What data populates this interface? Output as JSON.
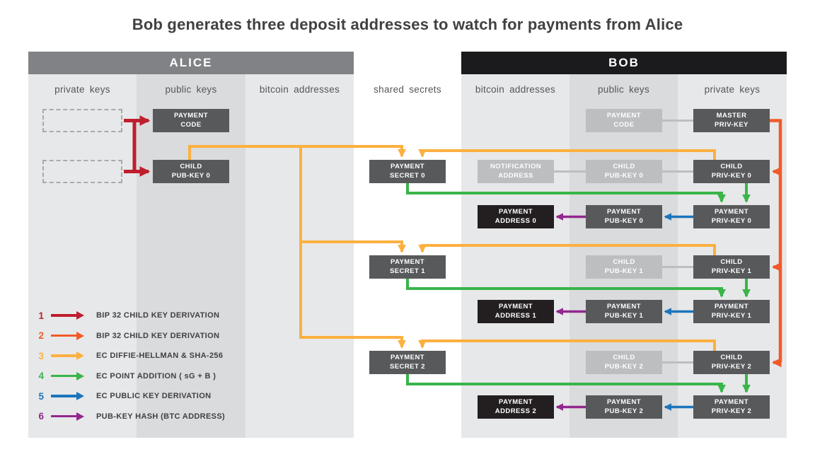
{
  "title": "Bob generates three deposit addresses to watch for payments from Alice",
  "sections": {
    "alice": "ALICE",
    "bob": "BOB"
  },
  "columns": [
    {
      "id": "alice-private-keys",
      "label": "private keys"
    },
    {
      "id": "alice-public-keys",
      "label": "public keys"
    },
    {
      "id": "alice-bitcoin-addresses",
      "label": "bitcoin addresses"
    },
    {
      "id": "shared-secrets",
      "label": "shared secrets"
    },
    {
      "id": "bob-bitcoin-addresses",
      "label": "bitcoin addresses"
    },
    {
      "id": "bob-public-keys",
      "label": "public keys"
    },
    {
      "id": "bob-private-keys",
      "label": "private keys"
    }
  ],
  "boxes": {
    "alice_payment_code": "PAYMENT\nCODE",
    "alice_child_pub_key_0": "CHILD\nPUB-KEY 0",
    "payment_secret_0": "PAYMENT\nSECRET 0",
    "payment_secret_1": "PAYMENT\nSECRET 1",
    "payment_secret_2": "PAYMENT\nSECRET 2",
    "bob_payment_code": "PAYMENT\nCODE",
    "bob_master_priv_key": "MASTER\nPRIV-KEY",
    "bob_notification_address": "NOTIFICATION\nADDRESS",
    "bob_child_pub_key_0": "CHILD\nPUB-KEY 0",
    "bob_child_priv_key_0": "CHILD\nPRIV-KEY 0",
    "bob_payment_address_0": "PAYMENT\nADDRESS 0",
    "bob_payment_pub_key_0": "PAYMENT\nPUB-KEY 0",
    "bob_payment_priv_key_0": "PAYMENT\nPRIV-KEY 0",
    "bob_child_pub_key_1": "CHILD\nPUB-KEY 1",
    "bob_child_priv_key_1": "CHILD\nPRIV-KEY 1",
    "bob_payment_address_1": "PAYMENT\nADDRESS 1",
    "bob_payment_pub_key_1": "PAYMENT\nPUB-KEY 1",
    "bob_payment_priv_key_1": "PAYMENT\nPRIV-KEY 1",
    "bob_child_pub_key_2": "CHILD\nPUB-KEY 2",
    "bob_child_priv_key_2": "CHILD\nPRIV-KEY 2",
    "bob_payment_address_2": "PAYMENT\nADDRESS 2",
    "bob_payment_pub_key_2": "PAYMENT\nPUB-KEY 2",
    "bob_payment_priv_key_2": "PAYMENT\nPRIV-KEY 2"
  },
  "legend": [
    {
      "num": "1",
      "color": "#be1e2d",
      "label": "BIP 32 CHILD KEY DERIVATION"
    },
    {
      "num": "2",
      "color": "#f15a29",
      "label": "BIP 32 CHILD KEY DERIVATION"
    },
    {
      "num": "3",
      "color": "#fbb040",
      "label": "EC DIFFIE-HELLMAN & SHA-256"
    },
    {
      "num": "4",
      "color": "#39b54a",
      "label": "EC POINT ADDITION ( sG + B )"
    },
    {
      "num": "5",
      "color": "#1c75bc",
      "label": "EC PUBLIC KEY DERIVATION"
    },
    {
      "num": "6",
      "color": "#92278f",
      "label": "PUB-KEY HASH (BTC ADDRESS)"
    }
  ],
  "edges": [
    {
      "op": 1,
      "from": "alice_hidden_private_key_0",
      "to": "alice_payment_code"
    },
    {
      "op": 1,
      "from": "alice_hidden_private_key_1",
      "to": "alice_child_pub_key_0"
    },
    {
      "op": 2,
      "from": "bob_master_priv_key",
      "to": "bob_child_priv_key_0"
    },
    {
      "op": 2,
      "from": "bob_master_priv_key",
      "to": "bob_child_priv_key_1"
    },
    {
      "op": 2,
      "from": "bob_master_priv_key",
      "to": "bob_child_priv_key_2"
    },
    {
      "op": 3,
      "from": "alice_child_pub_key_0",
      "to": "payment_secret_0"
    },
    {
      "op": 3,
      "from": "alice_child_pub_key_0",
      "to": "payment_secret_1"
    },
    {
      "op": 3,
      "from": "alice_child_pub_key_0",
      "to": "payment_secret_2"
    },
    {
      "op": 3,
      "from": "bob_child_priv_key_0",
      "to": "payment_secret_0"
    },
    {
      "op": 3,
      "from": "bob_child_priv_key_1",
      "to": "payment_secret_1"
    },
    {
      "op": 3,
      "from": "bob_child_priv_key_2",
      "to": "payment_secret_2"
    },
    {
      "op": 4,
      "from": "payment_secret_0",
      "to": "bob_payment_priv_key_0"
    },
    {
      "op": 4,
      "from": "bob_child_priv_key_0",
      "to": "bob_payment_priv_key_0"
    },
    {
      "op": 4,
      "from": "payment_secret_1",
      "to": "bob_payment_priv_key_1"
    },
    {
      "op": 4,
      "from": "bob_child_priv_key_1",
      "to": "bob_payment_priv_key_1"
    },
    {
      "op": 4,
      "from": "payment_secret_2",
      "to": "bob_payment_priv_key_2"
    },
    {
      "op": 4,
      "from": "bob_child_priv_key_2",
      "to": "bob_payment_priv_key_2"
    },
    {
      "op": 5,
      "from": "bob_payment_priv_key_0",
      "to": "bob_payment_pub_key_0"
    },
    {
      "op": 5,
      "from": "bob_payment_priv_key_1",
      "to": "bob_payment_pub_key_1"
    },
    {
      "op": 5,
      "from": "bob_payment_priv_key_2",
      "to": "bob_payment_pub_key_2"
    },
    {
      "op": 6,
      "from": "bob_payment_pub_key_0",
      "to": "bob_payment_address_0"
    },
    {
      "op": 6,
      "from": "bob_payment_pub_key_1",
      "to": "bob_payment_address_1"
    },
    {
      "op": 6,
      "from": "bob_payment_pub_key_2",
      "to": "bob_payment_address_2"
    }
  ],
  "colors": {
    "arrow_red": "#be1e2d",
    "arrow_orange": "#f15a29",
    "arrow_yellow": "#fbb040",
    "arrow_green": "#39b54a",
    "arrow_blue": "#1c75bc",
    "arrow_purple": "#92278f",
    "connector_gray": "#bcbec0",
    "box_dark": "#58595b",
    "box_light": "#bcbec0",
    "box_black": "#231f20",
    "alice_header_bg": "#808285",
    "bob_header_bg": "#1b1b1d"
  }
}
